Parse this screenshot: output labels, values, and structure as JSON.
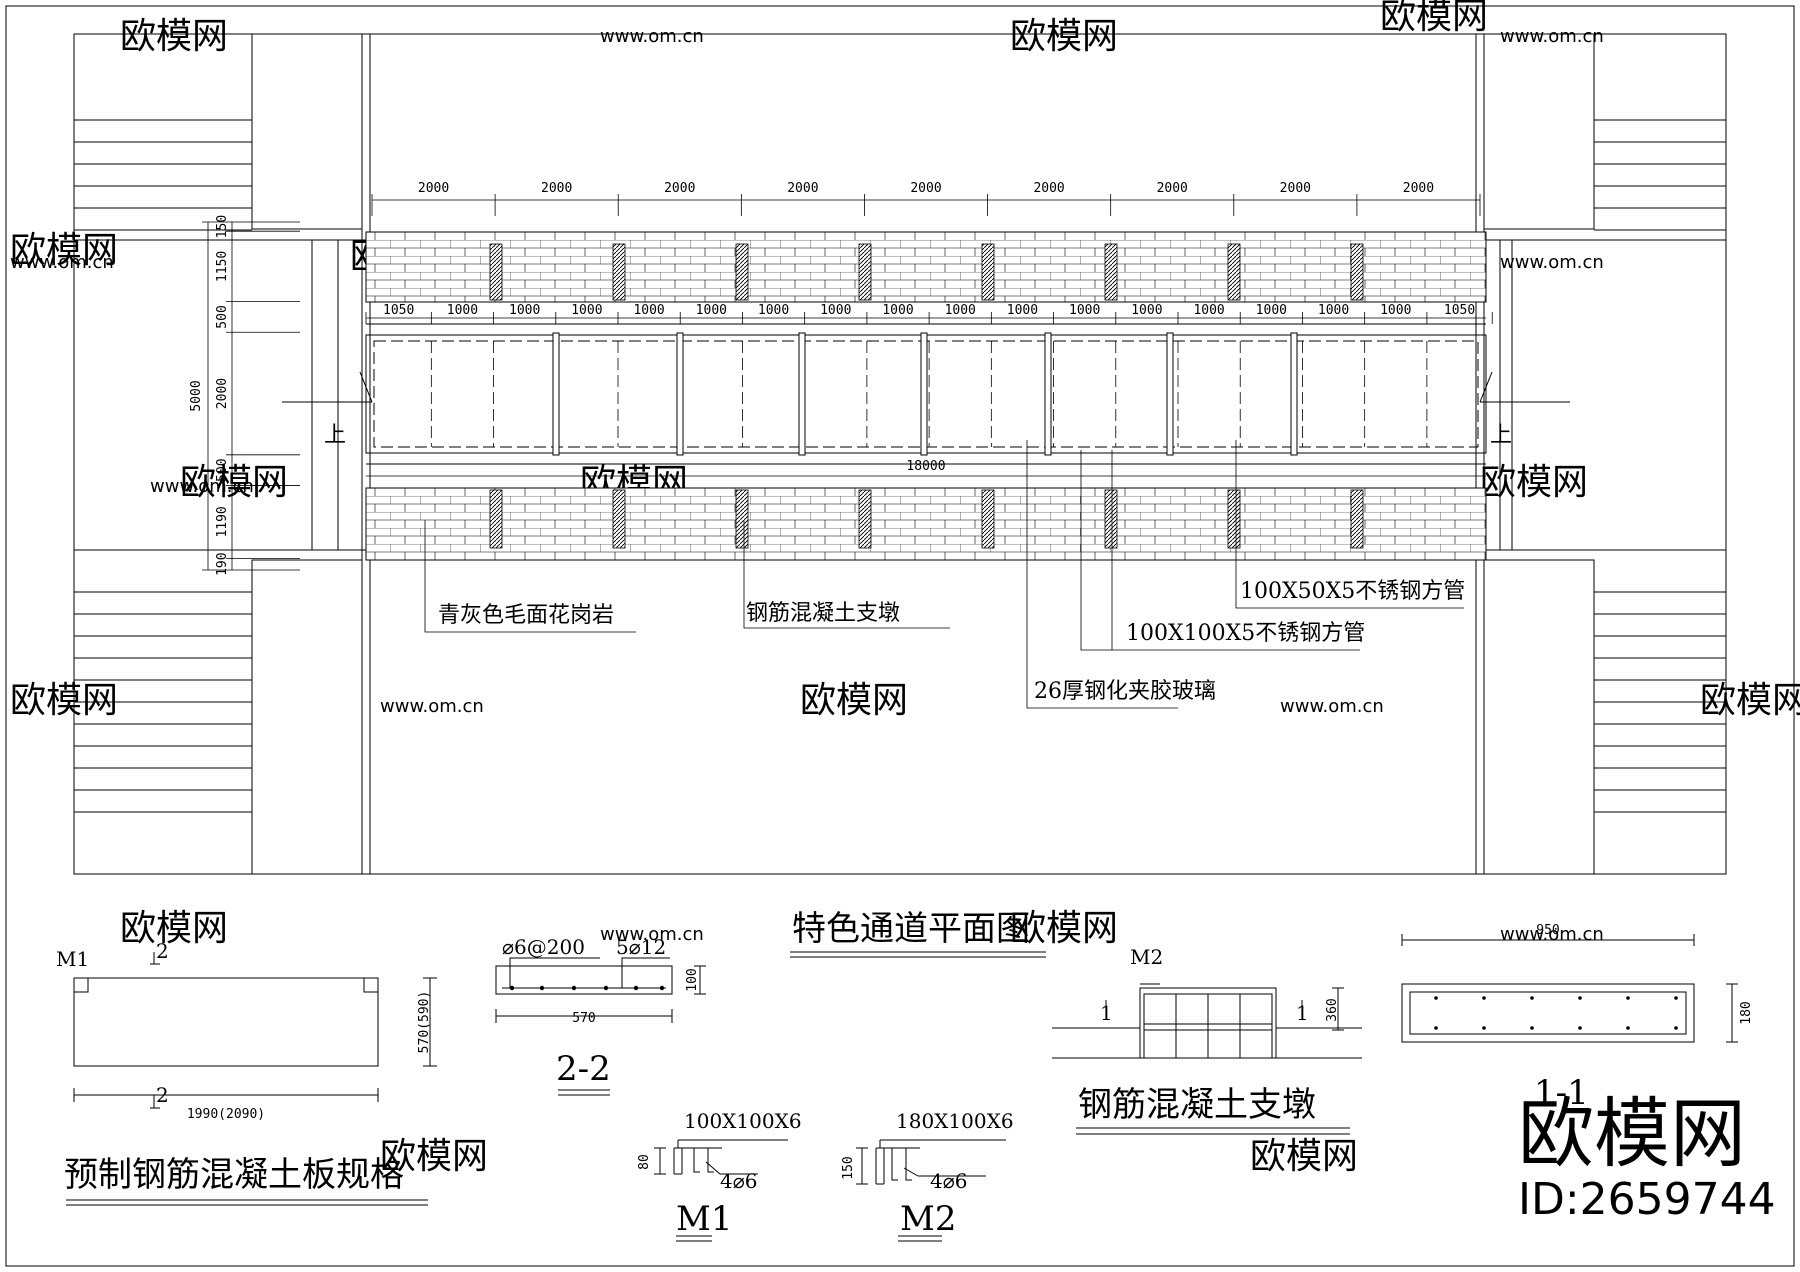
{
  "plan": {
    "title": "特色通道平面图",
    "top_dims": [
      "2000",
      "2000",
      "2000",
      "2000",
      "2000",
      "2000",
      "2000",
      "2000",
      "2000"
    ],
    "seg_dims": [
      "1050",
      "1000",
      "1000",
      "1000",
      "1000",
      "1000",
      "1000",
      "1000",
      "1000",
      "1000",
      "1000",
      "1000",
      "1000",
      "1000",
      "1000",
      "1000",
      "1000",
      "1050"
    ],
    "total_dim": "18000",
    "left_dims": [
      "150",
      "1150",
      "500",
      "2000",
      "500",
      "1190",
      "190"
    ],
    "left_total": "5000",
    "up_left": "上",
    "up_right": "上"
  },
  "labels": {
    "granite": "青灰色毛面花岗岩",
    "pier": "钢筋混凝土支墩",
    "tube_50": "100X50X5不锈钢方管",
    "tube_100": "100X100X5不锈钢方管",
    "glass": "26厚钢化夹胶玻璃"
  },
  "slab": {
    "title": "预制钢筋混凝土板规格",
    "m1": "M1",
    "sec_top": "2",
    "sec_bottom": "2",
    "width_dim": "1990(2090)",
    "height_dim": "570(590)"
  },
  "section22": {
    "title": "2-2",
    "rebar_left": "⌀6@200",
    "rebar_right": "5⌀12",
    "width_dim": "570",
    "height_dim": "100"
  },
  "m1": {
    "title": "M1",
    "spec": "100X100X6",
    "rebar": "4⌀6",
    "height_dim": "80"
  },
  "m2": {
    "title": "M2",
    "spec": "180X100X6",
    "rebar": "4⌀6",
    "height_dim": "150"
  },
  "pier_detail": {
    "title": "钢筋混凝土支墩",
    "tag": "M2",
    "cut": "1",
    "height_dim": "360"
  },
  "section11": {
    "title": "1-1",
    "width_dim": "950",
    "height_dim": "180"
  },
  "brand": {
    "logo": "欧模网",
    "id": "ID:2659744"
  },
  "watermark": {
    "text": "欧模网",
    "url": "www.om.cn"
  }
}
